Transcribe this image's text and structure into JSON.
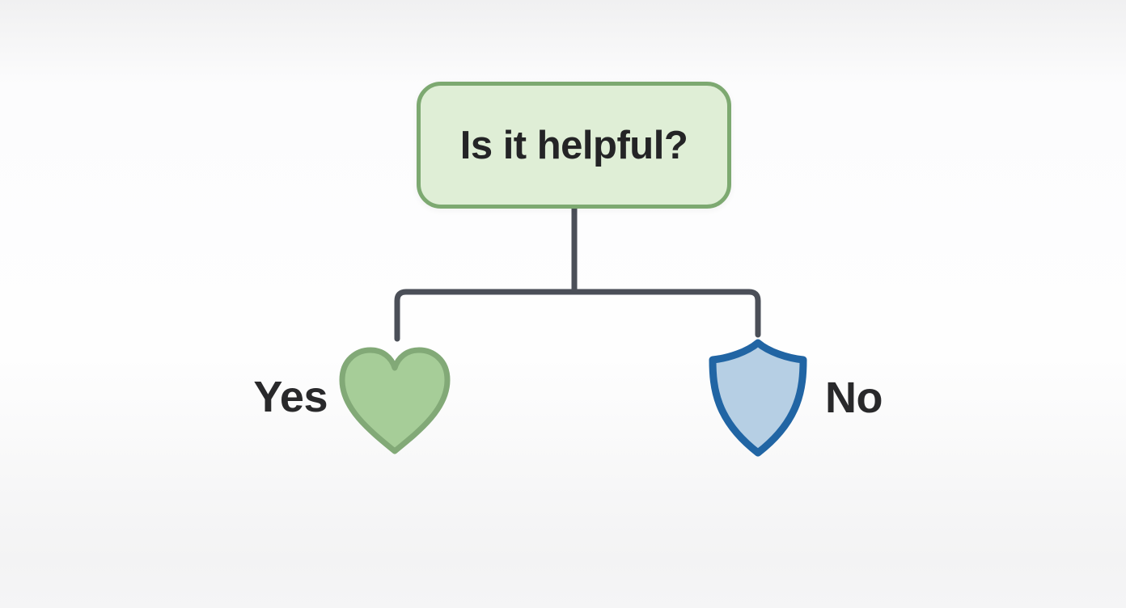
{
  "diagram": {
    "type": "flowchart",
    "root": {
      "label": "Is it helpful?"
    },
    "branches": [
      {
        "label": "Yes",
        "icon": "heart-icon"
      },
      {
        "label": "No",
        "icon": "shield-icon"
      }
    ],
    "colors": {
      "box_fill": "#dfeed6",
      "box_border": "#7da971",
      "heart_fill": "#a6cd98",
      "heart_border": "#82a977",
      "shield_fill": "#b6cfe4",
      "shield_border": "#2165a4",
      "connector": "#4b4f58",
      "text": "#29292b"
    }
  }
}
